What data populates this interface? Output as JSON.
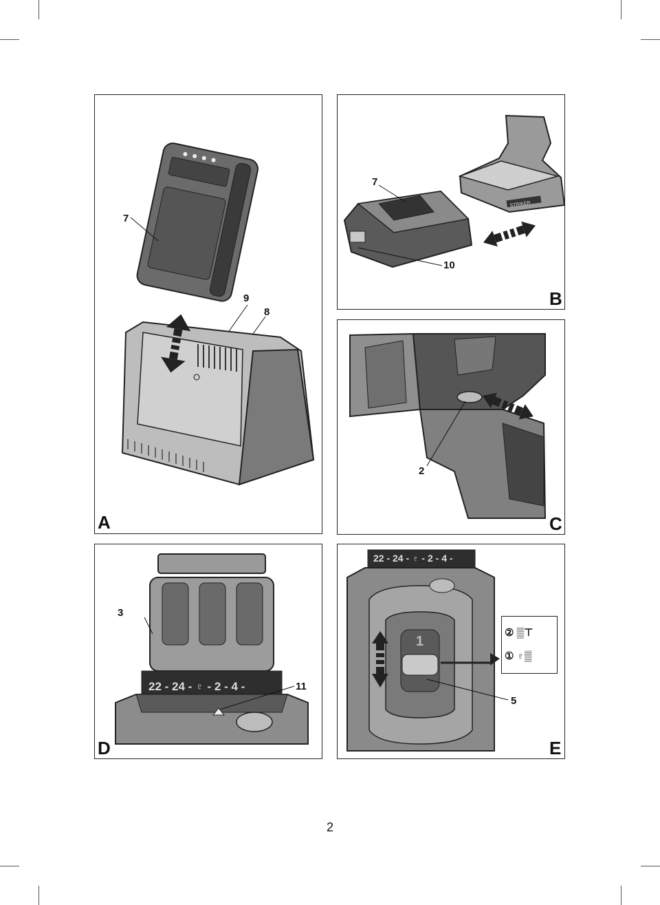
{
  "panels": {
    "A": {
      "letter": "A",
      "callouts": {
        "battery": "7",
        "led": "9",
        "charger": "8"
      }
    },
    "B": {
      "letter": "B",
      "callouts": {
        "battery": "7",
        "release": "10"
      },
      "brand": "STRIKER"
    },
    "C": {
      "letter": "C",
      "callouts": {
        "switch": "2"
      }
    },
    "D": {
      "letter": "D",
      "callouts": {
        "chuck": "3",
        "arrow": "11"
      },
      "dial_scale": "22 - 24 - ♇ - 2 - 4 -"
    },
    "E": {
      "letter": "E",
      "callouts": {
        "selector": "5"
      },
      "dial_scale": "22 - 24 - ♇ - 2 - 4 -",
      "gear_label": "1",
      "legend": [
        {
          "num": "②",
          "symbols": "▒⊤"
        },
        {
          "num": "①",
          "symbols": "♇▒"
        }
      ]
    }
  },
  "page_number": "2"
}
